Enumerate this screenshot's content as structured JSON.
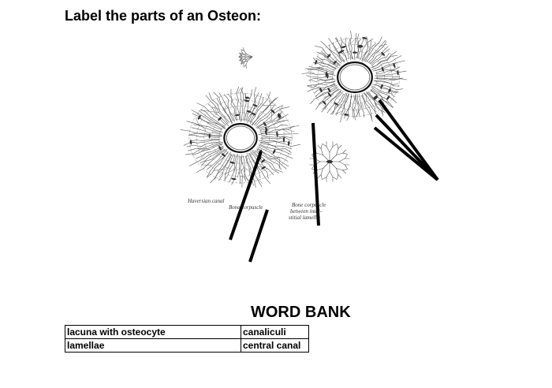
{
  "title": "Label the parts of an Osteon:",
  "figure": {
    "labels": {
      "haversian_canal": "Haversian canal",
      "bone_corpuscle_1": "Bone corpuscle",
      "bone_corpuscle_2a": "Bone corpuscle",
      "bone_corpuscle_2b": "between inter-",
      "bone_corpuscle_2c": "stitial lamellæ"
    },
    "pointer_color": "#000000"
  },
  "word_bank": {
    "title": "WORD BANK",
    "rows": [
      [
        "lacuna with osteocyte",
        "canaliculi"
      ],
      [
        "lamellae",
        "central canal"
      ]
    ]
  }
}
